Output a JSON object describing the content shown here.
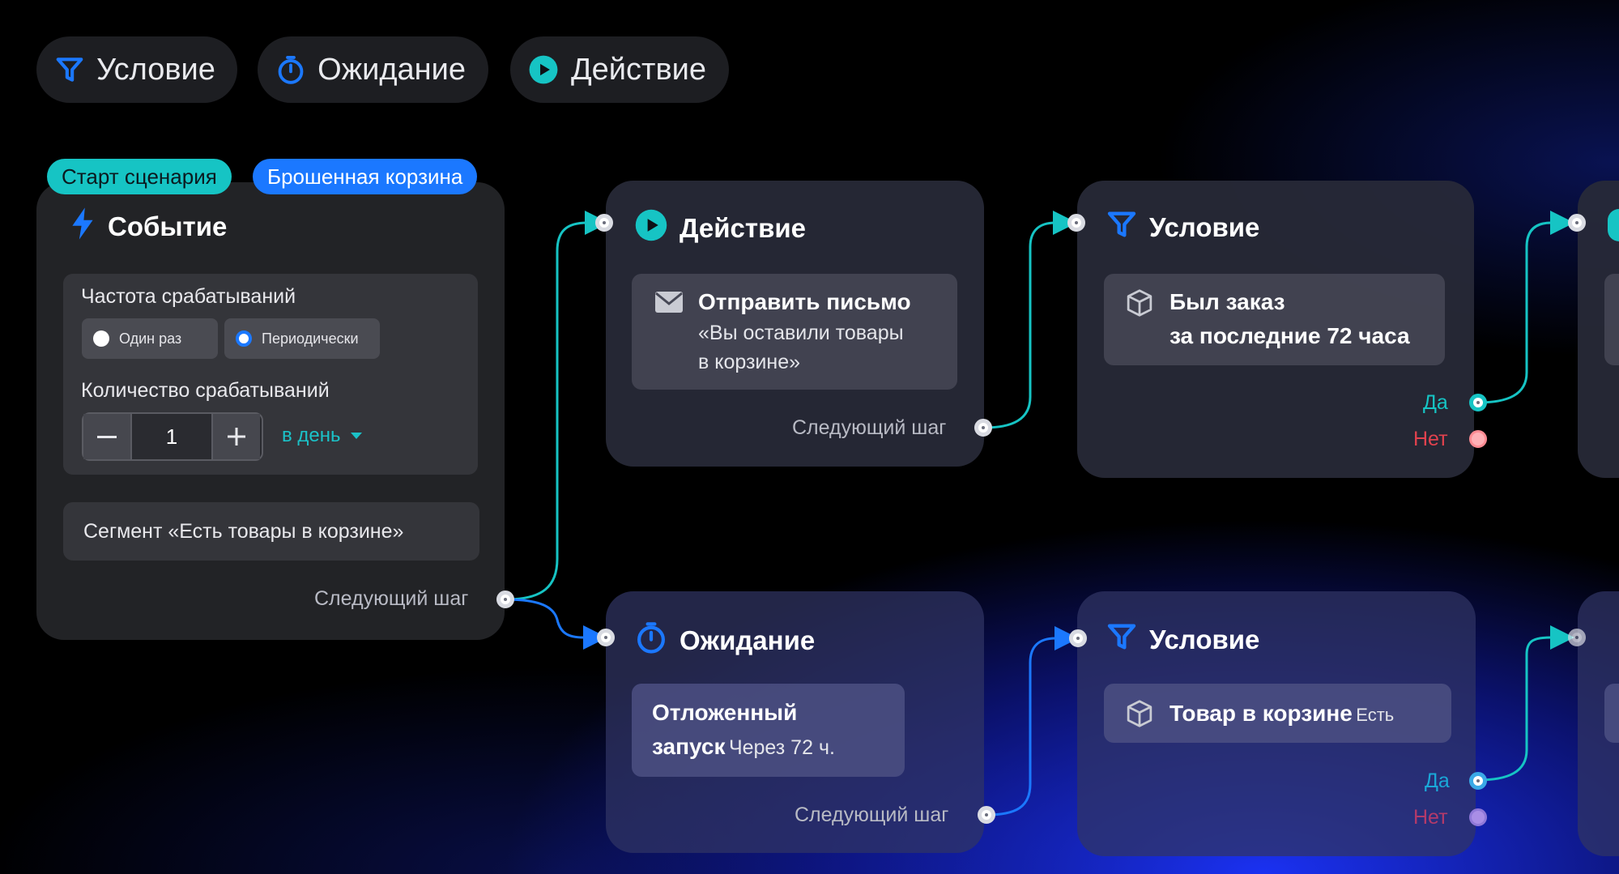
{
  "toolbar": {
    "condition_label": "Условие",
    "wait_label": "Ожидание",
    "action_label": "Действие"
  },
  "event_card": {
    "tag_start": "Старт сценария",
    "tag_abandoned_cart": "Брошенная корзина",
    "title": "Событие",
    "frequency_label": "Частота срабатываний",
    "radio_once": "Один раз",
    "radio_periodic": "Периодически",
    "count_label": "Количество срабатываний",
    "count_value": "1",
    "period_value": "в день",
    "segment": "Сегмент «Есть товары в корзине»",
    "next_step": "Следующий шаг"
  },
  "action_card": {
    "title": "Действие",
    "heading": "Отправить письмо",
    "line1": "«Вы оставили товары",
    "line2": "в корзине»",
    "next_step": "Следующий шаг"
  },
  "wait_card": {
    "title": "Ожидание",
    "line1": "Отложенный",
    "line2_bold": "запуск",
    "line2_light": "Через 72 ч.",
    "next_step": "Следующий шаг"
  },
  "condition_card_1": {
    "title": "Условие",
    "line1": "Был заказ",
    "line2": "за последние 72 часа",
    "yes": "Да",
    "no": "Нет"
  },
  "condition_card_2": {
    "title": "Условие",
    "bold": "Товар в корзине",
    "light": "Есть",
    "yes": "Да",
    "no": "Нет"
  },
  "colors": {
    "teal": "#16c4c4",
    "blue": "#1b78ff",
    "red": "#e2424e"
  }
}
